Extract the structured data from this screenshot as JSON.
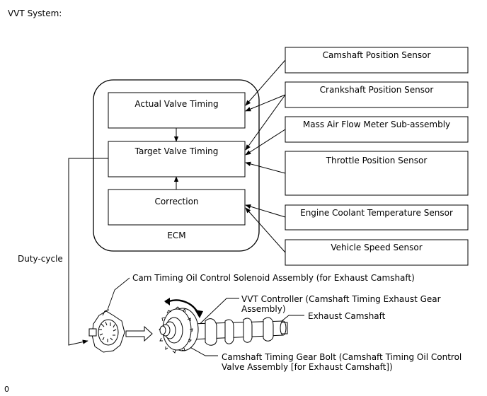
{
  "page": {
    "title": "VVT System:",
    "footer_mark": "0"
  },
  "ecm": {
    "label": "ECM",
    "blocks": {
      "actual": "Actual Valve Timing",
      "target": "Target Valve Timing",
      "correction": "Correction"
    }
  },
  "sensors": [
    "Camshaft Position Sensor",
    "Crankshaft Position Sensor",
    "Mass Air Flow Meter Sub-assembly",
    "Throttle Position Sensor",
    "Engine Coolant Temperature Sensor",
    "Vehicle Speed Sensor"
  ],
  "signal": {
    "duty_cycle": "Duty-cycle"
  },
  "components": {
    "solenoid": "Cam Timing Oil Control Solenoid Assembly (for Exhaust Camshaft)",
    "vvt_controller": "VVT Controller (Camshaft Timing Exhaust Gear Assembly)",
    "exhaust_camshaft": "Exhaust Camshaft",
    "gear_bolt": "Camshaft Timing Gear Bolt (Camshaft Timing Oil Control Valve Assembly [for Exhaust Camshaft])"
  }
}
